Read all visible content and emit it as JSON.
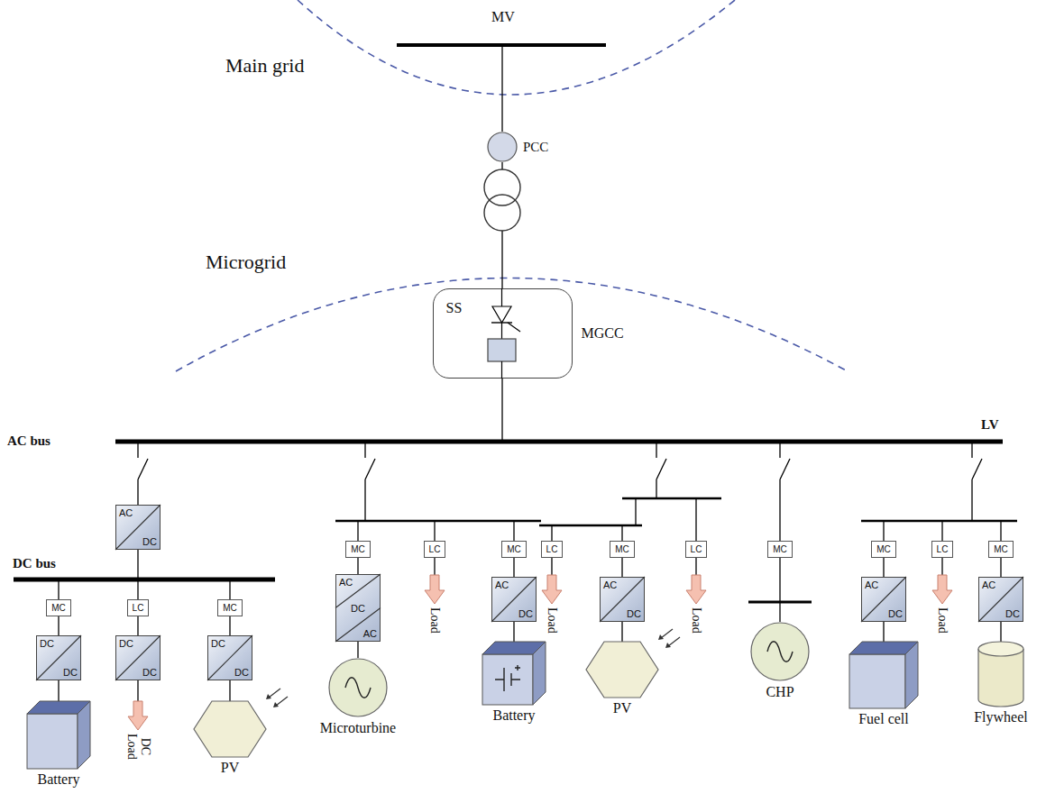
{
  "diagram": {
    "nodes": [
      {
        "text": [
          "PCC"
        ]
      },
      {
        "text": [
          "SS",
          "MGCC"
        ]
      },
      {
        "text": [
          "AC",
          "DC"
        ]
      },
      {
        "text": [
          "MC"
        ]
      },
      {
        "text": [
          "LC"
        ]
      },
      {
        "text": [
          "MC"
        ]
      },
      {
        "text": [
          "DC",
          "DC"
        ]
      },
      {
        "text": [
          "DC",
          "DC"
        ]
      },
      {
        "text": [
          "DC",
          "DC"
        ]
      },
      {
        "text": [
          "Battery"
        ]
      },
      {
        "text": [
          "DC Load"
        ]
      },
      {
        "text": [
          "PV"
        ]
      },
      {
        "text": [
          "MC"
        ]
      },
      {
        "text": [
          "LC"
        ]
      },
      {
        "text": [
          "MC"
        ]
      },
      {
        "text": [
          "AC",
          "DC",
          "AC"
        ]
      },
      {
        "text": [
          "Load"
        ]
      },
      {
        "text": [
          "AC",
          "DC"
        ]
      },
      {
        "text": [
          "Microturbine"
        ]
      },
      {
        "text": [
          "Battery"
        ]
      },
      {
        "text": [
          "LC"
        ]
      },
      {
        "text": [
          "MC"
        ]
      },
      {
        "text": [
          "LC"
        ]
      },
      {
        "text": [
          "AC",
          "DC"
        ]
      },
      {
        "text": [
          "Load"
        ]
      },
      {
        "text": [
          "Load"
        ]
      },
      {
        "text": [
          "PV"
        ]
      },
      {
        "text": [
          "MC"
        ]
      },
      {
        "text": [
          "MC"
        ]
      },
      {
        "text": [
          "LC"
        ]
      },
      {
        "text": [
          "MC"
        ]
      },
      {
        "text": [
          "AC",
          "DC"
        ]
      },
      {
        "text": [
          "Load"
        ]
      },
      {
        "text": [
          "AC",
          "DC"
        ]
      },
      {
        "text": [
          "CHP"
        ]
      },
      {
        "text": [
          "Fuel cell"
        ]
      },
      {
        "text": [
          "Flywheel"
        ]
      }
    ],
    "edges": [
      {
        "from": 0,
        "to": 1,
        "arrow": "none"
      },
      {
        "from": 3,
        "to": 6,
        "arrow": "none"
      },
      {
        "from": 6,
        "to": 9,
        "arrow": "none"
      },
      {
        "from": 4,
        "to": 7,
        "arrow": "none"
      },
      {
        "from": 7,
        "to": 10,
        "arrow": "none"
      },
      {
        "from": 5,
        "to": 8,
        "arrow": "none"
      },
      {
        "from": 8,
        "to": 11,
        "arrow": "none"
      },
      {
        "from": 12,
        "to": 15,
        "arrow": "none"
      },
      {
        "from": 15,
        "to": 18,
        "arrow": "none"
      },
      {
        "from": 13,
        "to": 16,
        "arrow": "none"
      },
      {
        "from": 14,
        "to": 17,
        "arrow": "none"
      },
      {
        "from": 17,
        "to": 19,
        "arrow": "none"
      },
      {
        "from": 20,
        "to": 24,
        "arrow": "none"
      },
      {
        "from": 21,
        "to": 23,
        "arrow": "none"
      },
      {
        "from": 23,
        "to": 26,
        "arrow": "none"
      },
      {
        "from": 22,
        "to": 25,
        "arrow": "none"
      },
      {
        "from": 27,
        "to": 34,
        "arrow": "none"
      },
      {
        "from": 28,
        "to": 31,
        "arrow": "none"
      },
      {
        "from": 31,
        "to": 35,
        "arrow": "none"
      },
      {
        "from": 29,
        "to": 32,
        "arrow": "none"
      },
      {
        "from": 30,
        "to": 33,
        "arrow": "none"
      },
      {
        "from": 33,
        "to": 36,
        "arrow": "none"
      }
    ],
    "labels": [
      "MV",
      "Main grid",
      "Microgrid",
      "AC bus",
      "LV",
      "DC bus"
    ]
  }
}
